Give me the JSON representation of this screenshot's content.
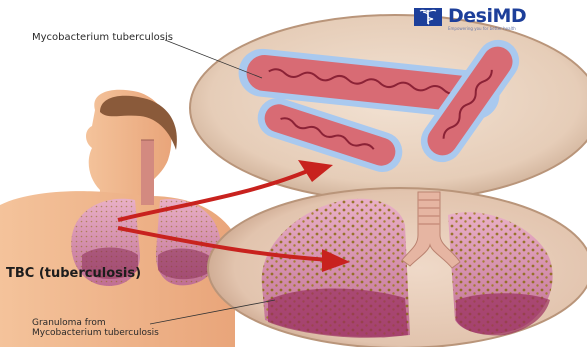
{
  "labels": {
    "bacteria": "Mycobacterium tuberculosis",
    "disease": "TBC (tuberculosis)",
    "granuloma_line1": "Granuloma from",
    "granuloma_line2": "Mycobacterium tuberculosis"
  },
  "logo": {
    "name": "DesiMD",
    "tagline": "Empowering you for better health"
  },
  "colors": {
    "lung_pink": "#d98fb0",
    "bacteria_red": "#c0505a",
    "bacteria_halo": "#a9c9ef",
    "arrow_red": "#c8221e",
    "skin": "#f0b48a",
    "circle_fill": "#e8d3c0"
  },
  "icons": {
    "logo_mark": "caduceus-icon"
  }
}
